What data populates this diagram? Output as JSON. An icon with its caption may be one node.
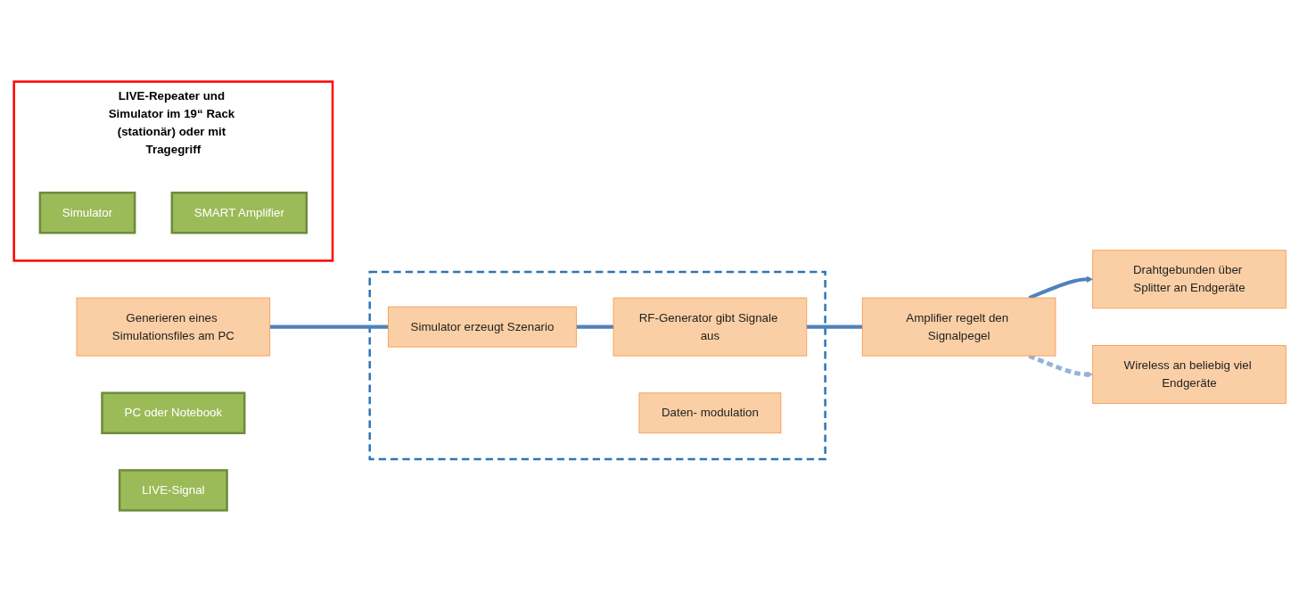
{
  "diagram": {
    "nodes": [
      {
        "text": [
          "Generieren eines Simulationsfiles am PC"
        ]
      },
      {
        "text": [],
        "shape": "box"
      },
      {
        "text": [
          "Simulator erzeugt Szenario"
        ],
        "in": 1
      },
      {
        "text": [
          "RF-Generator gibt Signale aus"
        ],
        "in": 1
      },
      {
        "text": [
          "Daten- modulation"
        ],
        "in": 1
      },
      {
        "text": [
          "Amplifier regelt den Signalpegel"
        ]
      },
      {
        "text": [
          "Drahtgebunden über Splitter an Endgeräte"
        ]
      },
      {
        "text": [
          "Wireless an beliebig viel Endgeräte"
        ]
      },
      {
        "text": [
          "PC oder Notebook"
        ]
      },
      {
        "text": [
          "LIVE-Repeater und Simulator im 19“ Rack (stationär) oder mit Tragegriff"
        ]
      },
      {
        "text": [
          "Simulator"
        ],
        "in": 9
      },
      {
        "text": [
          "SMART Amplifier"
        ],
        "in": 9
      },
      {
        "text": [
          "LIVE-Signal"
        ]
      }
    ],
    "edges": [
      {
        "from": 0,
        "to": 2,
        "arrow": "none"
      },
      {
        "from": 2,
        "to": 3,
        "arrow": "none"
      },
      {
        "from": 3,
        "to": 5,
        "arrow": "none"
      },
      {
        "from": 5,
        "to": 6,
        "arrow": "to"
      },
      {
        "from": 5,
        "to": 7,
        "arrow": "to",
        "style": "dashed",
        "color": "#95b3d7"
      }
    ]
  }
}
